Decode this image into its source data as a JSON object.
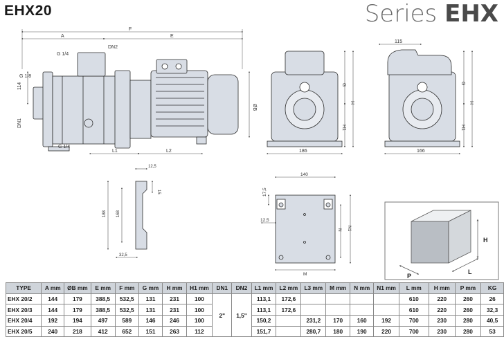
{
  "header": {
    "model": "EHX20",
    "series_prefix": "Series ",
    "series_name": "EHX"
  },
  "dims": {
    "side": {
      "A": "A",
      "F": "F",
      "E": "E",
      "G_top": "G 1/4",
      "DN2": "DN2",
      "G_left": "G 1/8",
      "dim114": "114",
      "DN1": "DN1",
      "G_bottom": "G 1/4",
      "L1": "L1",
      "L2": "L2",
      "OB": "ØB"
    },
    "front": {
      "G": "G",
      "H": "H",
      "H1": "H1",
      "w": "186"
    },
    "rear": {
      "top": "115",
      "G": "G",
      "H": "H",
      "H1": "H1",
      "w": "166"
    },
    "bracket": {
      "d12_5": "12,5",
      "d15": "15",
      "d188": "188",
      "d168": "168",
      "d32_5": "32,5"
    },
    "base": {
      "d140": "140",
      "d17_5": "17,5",
      "d12_5": "12,5",
      "N": "N",
      "N1": "N1",
      "M": "M"
    },
    "box": {
      "H": "H",
      "P": "P",
      "L": "L"
    }
  },
  "table": {
    "headers": [
      "TYPE",
      "A mm",
      "ØB mm",
      "E mm",
      "F mm",
      "G mm",
      "H mm",
      "H1 mm",
      "DN1",
      "DN2",
      "L1 mm",
      "L2 mm",
      "L3 mm",
      "M mm",
      "N mm",
      "N1 mm",
      "L mm",
      "H mm",
      "P mm",
      "KG"
    ],
    "dn1": "2\"",
    "dn2": "1,5\"",
    "rows": [
      [
        "EHX 20/2",
        "144",
        "179",
        "388,5",
        "532,5",
        "131",
        "231",
        "100",
        "113,1",
        "172,6",
        "",
        "",
        "",
        "",
        "610",
        "220",
        "260",
        "26"
      ],
      [
        "EHX 20/3",
        "144",
        "179",
        "388,5",
        "532,5",
        "131",
        "231",
        "100",
        "113,1",
        "172,6",
        "",
        "",
        "",
        "",
        "610",
        "220",
        "260",
        "32,3"
      ],
      [
        "EHX 20/4",
        "192",
        "194",
        "497",
        "589",
        "146",
        "246",
        "100",
        "150,2",
        "",
        "231,2",
        "170",
        "160",
        "192",
        "700",
        "230",
        "280",
        "40,5"
      ],
      [
        "EHX 20/5",
        "240",
        "218",
        "412",
        "652",
        "151",
        "263",
        "112",
        "151,7",
        "",
        "280,7",
        "180",
        "190",
        "220",
        "700",
        "230",
        "280",
        "53"
      ]
    ]
  },
  "colors": {
    "fill": "#d8dde5",
    "line": "#2b2b2b",
    "dim": "#555555",
    "header_bg": "#cfd4da"
  }
}
